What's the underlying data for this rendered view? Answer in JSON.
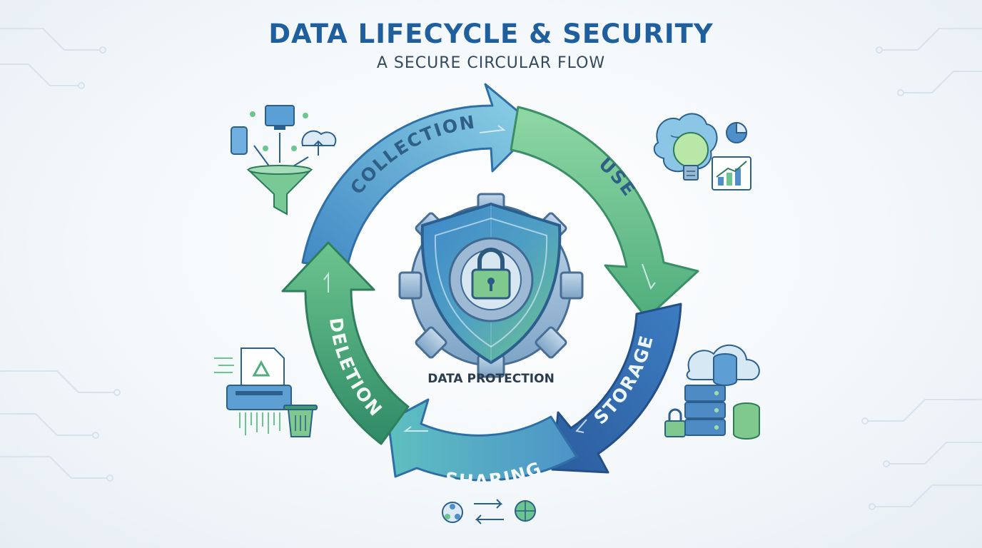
{
  "header": {
    "title": "DATA LIFECYCLE & SECURITY",
    "subtitle": "A SECURE CIRCULAR FLOW"
  },
  "cycle": {
    "stages": [
      {
        "id": "collection",
        "label": "COLLECTION",
        "color": "#5aa7d6"
      },
      {
        "id": "use",
        "label": "USE",
        "color": "#6cc48e"
      },
      {
        "id": "storage",
        "label": "STORAGE",
        "color": "#3d74b8"
      },
      {
        "id": "sharing",
        "label": "SHARING",
        "color": "#4b9bc4"
      },
      {
        "id": "deletion",
        "label": "DELETION",
        "color": "#3f9a70"
      }
    ]
  },
  "center": {
    "label": "DATA PROTECTION",
    "icons": [
      "gear-icon",
      "shield-icon",
      "padlock-icon"
    ]
  },
  "stage_icons": {
    "collection": [
      "phone-icon",
      "monitor-icon",
      "cloud-upload-icon",
      "funnel-icon"
    ],
    "use": [
      "brain-icon",
      "lightbulb-icon",
      "pie-chart-icon",
      "bar-chart-icon"
    ],
    "storage": [
      "cloud-icon",
      "database-icon",
      "server-icon",
      "padlock-icon"
    ],
    "sharing": [
      "network-node-icon",
      "exchange-arrows-icon",
      "globe-icon"
    ],
    "deletion": [
      "document-recycle-icon",
      "shredder-icon",
      "trash-can-icon"
    ]
  },
  "colors": {
    "blue": "#2f6fb3",
    "teal": "#4aa3c8",
    "green": "#5bbf86",
    "dark_green": "#3f9a70",
    "title": "#1f5f9e"
  }
}
